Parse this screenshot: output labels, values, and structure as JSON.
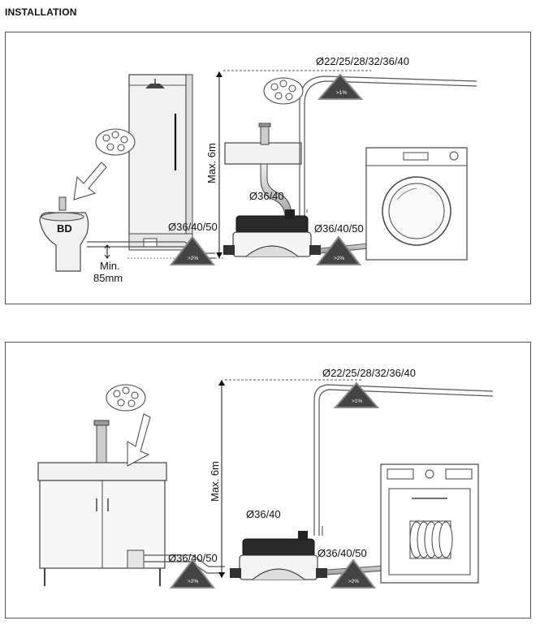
{
  "page": {
    "heading": "INSTALLATION"
  },
  "diagram1": {
    "pipe_top": "Ø22/25/28/32/36/40",
    "basin_pipe": "Ø36/40",
    "inlet_left": "Ø36/40/50",
    "outlet_right": "Ø36/40/50",
    "max_height": "Max. 6m",
    "min_line1": "Min.",
    "min_line2": "85mm",
    "bidet_text": "BD",
    "slope_top": ">1%",
    "slope_left": ">2%",
    "slope_right": ">2%"
  },
  "diagram2": {
    "pipe_top": "Ø22/25/28/32/36/40",
    "basin_pipe": "Ø36/40",
    "inlet_left": "Ø36/40/50",
    "outlet_right": "Ø36/40/50",
    "max_height": "Max. 6m",
    "slope_top": ">1%",
    "slope_left": ">2%",
    "slope_right": ">2%"
  }
}
